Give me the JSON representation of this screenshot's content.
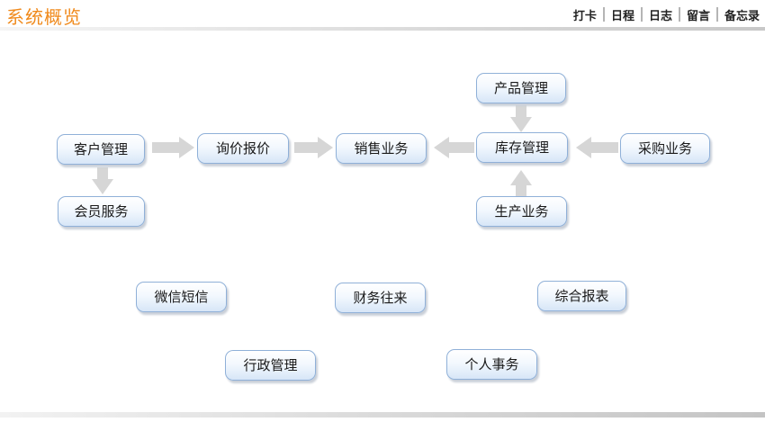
{
  "header": {
    "title": "系统概览"
  },
  "toolbar": {
    "punch": "打卡",
    "schedule": "日程",
    "log": "日志",
    "message": "留言",
    "memo": "备忘录"
  },
  "nodes": {
    "customer_mgmt": "客户管理",
    "member_service": "会员服务",
    "inquiry_quote": "询价报价",
    "sales_business": "销售业务",
    "product_mgmt": "产品管理",
    "inventory_mgmt": "库存管理",
    "purchase_business": "采购业务",
    "production_business": "生产业务",
    "wechat_sms": "微信短信",
    "finance": "财务往来",
    "reports": "综合报表",
    "admin_mgmt": "行政管理",
    "personal_affairs": "个人事务"
  },
  "colors": {
    "title": "#f08a1c",
    "arrow": "#d6d6d6",
    "node_border": "#8fb0d8"
  }
}
